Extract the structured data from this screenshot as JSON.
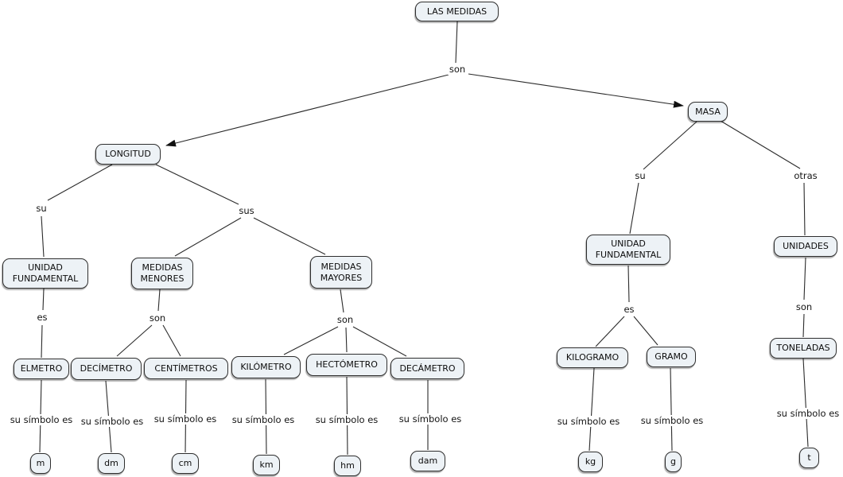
{
  "diagram_title": "LAS MEDIDAS",
  "colors": {
    "background": "#ffffff",
    "node_fill": "#edf2f6",
    "node_border": "#2e2e2e",
    "line": "#2b2b2b",
    "text": "#0d0d0d"
  },
  "nodes": {
    "las_medidas": "LAS MEDIDAS",
    "longitud": "LONGITUD",
    "masa": "MASA",
    "unidad_fundamental_longitud": "UNIDAD FUNDAMENTAL",
    "medidas_menores": "MEDIDAS MENORES",
    "medidas_mayores": "MEDIDAS MAYORES",
    "elmetro": "ELMETRO",
    "decimetro": "DECÍMETRO",
    "centimetros": "CENTÍMETROS",
    "kilometro": "KILÓMETRO",
    "hectometro": "HECTÓMETRO",
    "decametro": "DECÁMETRO",
    "simbolo_m": "m",
    "simbolo_dm": "dm",
    "simbolo_cm": "cm",
    "simbolo_km": "km",
    "simbolo_hm": "hm",
    "simbolo_dam": "dam",
    "unidad_fundamental_masa": "UNIDAD FUNDAMENTAL",
    "unidades": "UNIDADES",
    "kilogramo": "KILOGRAMO",
    "gramo": "GRAMO",
    "toneladas": "TONELADAS",
    "simbolo_kg": "kg",
    "simbolo_g": "g",
    "simbolo_t": "t"
  },
  "links": {
    "root_son": "son",
    "longitud_su": "su",
    "longitud_sus": "sus",
    "uf_longitud_es": "es",
    "menores_son": "son",
    "mayores_son": "son",
    "elmetro_simbolo": "su símbolo es",
    "decimetro_simbolo": "su símbolo es",
    "centimetros_simbolo": "su símbolo es",
    "kilometro_simbolo": "su símbolo es",
    "hectometro_simbolo": "su símbolo es",
    "decametro_simbolo": "su símbolo es",
    "masa_su": "su",
    "masa_otras": "otras",
    "uf_masa_es": "es",
    "unidades_son": "son",
    "kilogramo_simbolo": "su símbolo es",
    "gramo_simbolo": "su símbolo es",
    "toneladas_simbolo": "su símbolo es"
  },
  "edges": [
    {
      "from": "LAS MEDIDAS",
      "label": "son",
      "to": [
        "LONGITUD",
        "MASA"
      ],
      "arrows": true
    },
    {
      "from": "LONGITUD",
      "label": "su",
      "to": [
        "UNIDAD FUNDAMENTAL"
      ]
    },
    {
      "from": "LONGITUD",
      "label": "sus",
      "to": [
        "MEDIDAS MENORES",
        "MEDIDAS MAYORES"
      ]
    },
    {
      "from": "UNIDAD FUNDAMENTAL",
      "label": "es",
      "to": [
        "ELMETRO"
      ]
    },
    {
      "from": "MEDIDAS MENORES",
      "label": "son",
      "to": [
        "DECÍMETRO",
        "CENTÍMETROS"
      ]
    },
    {
      "from": "MEDIDAS MAYORES",
      "label": "son",
      "to": [
        "KILÓMETRO",
        "HECTÓMETRO",
        "DECÁMETRO"
      ]
    },
    {
      "from": "ELMETRO",
      "label": "su símbolo es",
      "to": [
        "m"
      ]
    },
    {
      "from": "DECÍMETRO",
      "label": "su símbolo es",
      "to": [
        "dm"
      ]
    },
    {
      "from": "CENTÍMETROS",
      "label": "su símbolo es",
      "to": [
        "cm"
      ]
    },
    {
      "from": "KILÓMETRO",
      "label": "su símbolo es",
      "to": [
        "km"
      ]
    },
    {
      "from": "HECTÓMETRO",
      "label": "su símbolo es",
      "to": [
        "hm"
      ]
    },
    {
      "from": "DECÁMETRO",
      "label": "su símbolo es",
      "to": [
        "dam"
      ]
    },
    {
      "from": "MASA",
      "label": "su",
      "to": [
        "UNIDAD FUNDAMENTAL"
      ]
    },
    {
      "from": "MASA",
      "label": "otras",
      "to": [
        "UNIDADES"
      ]
    },
    {
      "from": "UNIDAD FUNDAMENTAL",
      "label": "es",
      "to": [
        "KILOGRAMO",
        "GRAMO"
      ]
    },
    {
      "from": "UNIDADES",
      "label": "son",
      "to": [
        "TONELADAS"
      ]
    },
    {
      "from": "KILOGRAMO",
      "label": "su símbolo es",
      "to": [
        "kg"
      ]
    },
    {
      "from": "GRAMO",
      "label": "su símbolo es",
      "to": [
        "g"
      ]
    },
    {
      "from": "TONELADAS",
      "label": "su símbolo es",
      "to": [
        "t"
      ]
    }
  ]
}
